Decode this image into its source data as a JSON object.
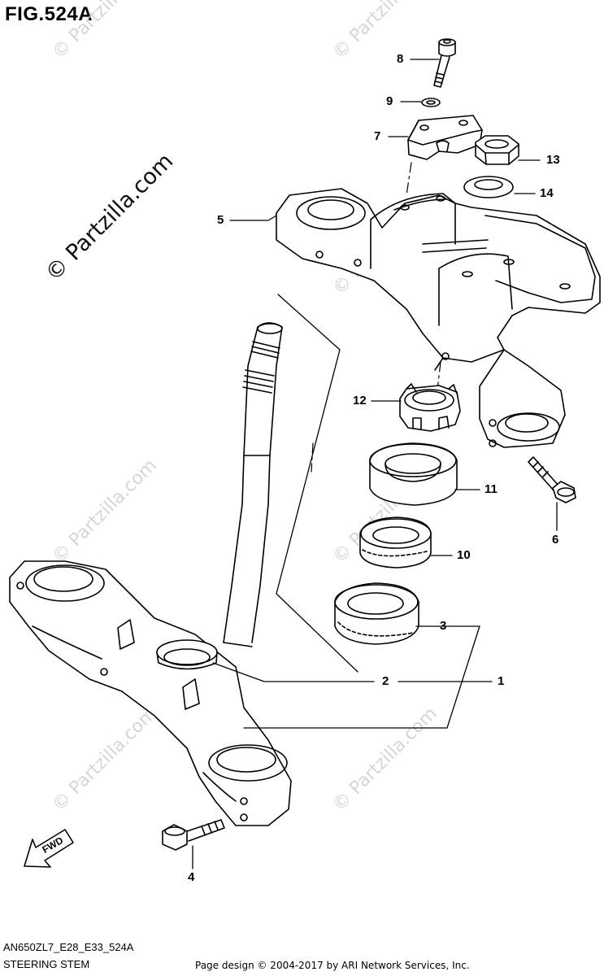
{
  "figure": {
    "title": "FIG.524A",
    "model_code": "AN650ZL7_E28_E33_524A",
    "name": "STEERING STEM"
  },
  "watermark": {
    "text": "© Partzilla.com"
  },
  "callouts": {
    "c1": "1",
    "c2": "2",
    "c3": "3",
    "c4": "4",
    "c5": "5",
    "c6": "6",
    "c7": "7",
    "c8": "8",
    "c9": "9",
    "c10": "10",
    "c11": "11",
    "c12": "12",
    "c13": "13",
    "c14": "14"
  },
  "fwd": {
    "label": "FWD"
  },
  "footer": {
    "copyright": "Page design © 2004-2017 by ARI Network Services, Inc."
  },
  "colors": {
    "line": "#000000",
    "watermark": "#d6d6d6",
    "background": "#ffffff"
  }
}
